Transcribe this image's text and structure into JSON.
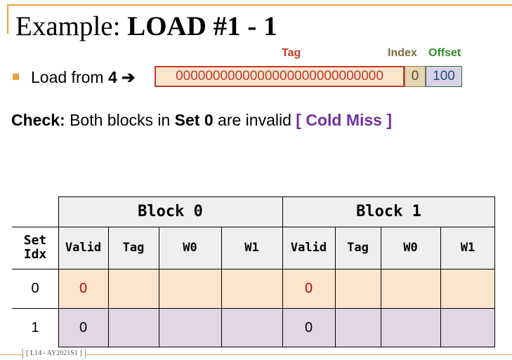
{
  "title": {
    "prefix": "Example: ",
    "main": "LOAD #1 - 1"
  },
  "address_labels": {
    "tag": "Tag",
    "index": "Index",
    "offset": "Offset"
  },
  "load": {
    "prefix": "Load from ",
    "address": "4",
    "arrow": "➔"
  },
  "address_bits": {
    "tag": "0000000000000000000000000000",
    "index": "0",
    "offset": "100"
  },
  "check": {
    "label": "Check:",
    "text1": " Both blocks in ",
    "set": "Set 0",
    "text2": " are invalid ",
    "result": "[ Cold Miss ]"
  },
  "table": {
    "row_header": "Set Idx",
    "blocks": [
      "Block 0",
      "Block 1"
    ],
    "columns": [
      "Valid",
      "Tag",
      "W0",
      "W1"
    ],
    "rows": [
      {
        "idx": "0",
        "b0_valid": "0",
        "b1_valid": "0"
      },
      {
        "idx": "1",
        "b0_valid": "0",
        "b1_valid": "0"
      }
    ]
  },
  "footer": "[ L14 - AY2021S1 ]",
  "colors": {
    "accent": "#e8a33c",
    "row0": "#fce5cd",
    "row1": "#e1d5e7",
    "header": "#efefef",
    "miss": "#7030a0"
  }
}
